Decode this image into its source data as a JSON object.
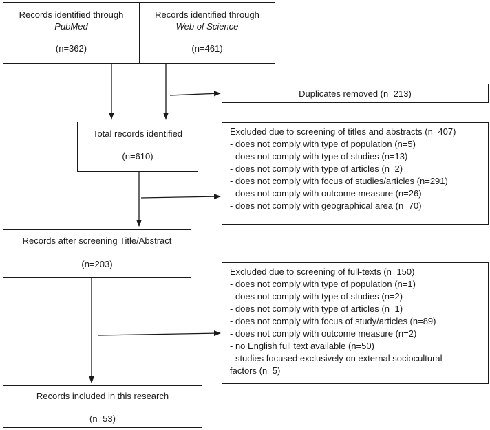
{
  "pubmed": {
    "line1": "Records identified through",
    "line2": "PubMed",
    "count": "(n=362)"
  },
  "wos": {
    "line1": "Records identified through",
    "line2": "Web of Science",
    "count": "(n=461)"
  },
  "duplicates": {
    "text": "Duplicates removed (n=213)"
  },
  "total": {
    "label": "Total records identified",
    "count": "(n=610)"
  },
  "excluded_titles": {
    "heading": "Excluded due to screening of titles and abstracts (n=407)",
    "items": [
      "- does not comply with type of population (n=5)",
      "- does not comply with type of studies (n=13)",
      "- does not comply with type of articles (n=2)",
      "- does not comply with focus of studies/articles (n=291)",
      "- does not comply with outcome measure (n=26)",
      "- does not comply with geographical area (n=70)"
    ]
  },
  "after_screening": {
    "label": "Records after screening Title/Abstract",
    "count": "(n=203)"
  },
  "excluded_fulltext": {
    "heading": "Excluded due to screening of full-texts (n=150)",
    "items": [
      "- does not comply with type of population (n=1)",
      "- does not comply with type of studies (n=2)",
      "- does not comply with type of articles (n=1)",
      "- does not comply with focus of study/articles (n=89)",
      "- does not comply with outcome measure (n=2)",
      "- no English full text available (n=50)",
      "- studies focused exclusively on external sociocultural",
      "factors (n=5)"
    ]
  },
  "included": {
    "label": "Records included in this research",
    "count": "(n=53)"
  }
}
